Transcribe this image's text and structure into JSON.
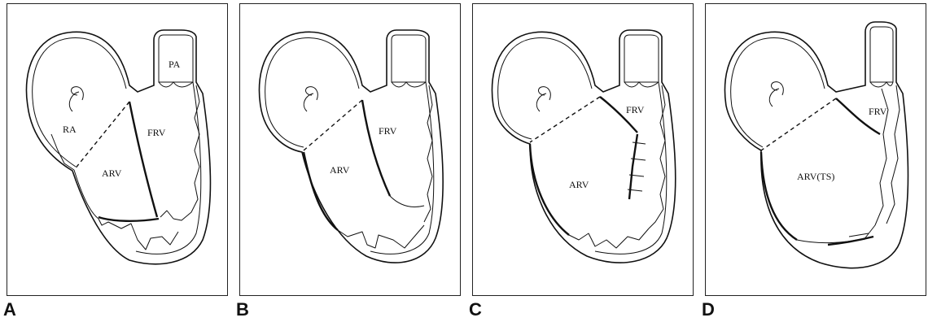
{
  "panels": [
    {
      "letter": "A",
      "labels": {
        "pa": "PA",
        "ra": "RA",
        "frv": "FRV",
        "arv": "ARV"
      }
    },
    {
      "letter": "B",
      "labels": {
        "frv": "FRV",
        "arv": "ARV"
      }
    },
    {
      "letter": "C",
      "labels": {
        "frv": "FRV",
        "arv": "ARV"
      }
    },
    {
      "letter": "D",
      "labels": {
        "frv": "FRV",
        "arv": "ARV(TS)"
      }
    }
  ]
}
